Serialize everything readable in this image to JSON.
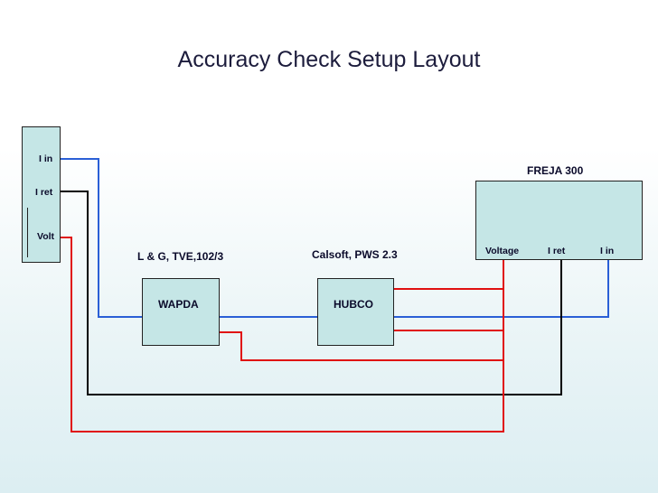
{
  "title": "Accuracy Check Setup Layout",
  "left_panel": {
    "labels": [
      "I in",
      "I ret",
      "Volt"
    ]
  },
  "wapda": {
    "caption": "L & G, TVE,102/3",
    "label": "WAPDA"
  },
  "hubco": {
    "caption": "Calsoft, PWS 2.3",
    "label": "HUBCO"
  },
  "freja": {
    "title": "FREJA 300",
    "terminals": [
      "Voltage",
      "I ret",
      "I in"
    ]
  },
  "colors": {
    "current_in": "#2a5fd6",
    "current_ret": "#000000",
    "voltage": "#e01010",
    "box_fill": "#c5e6e6"
  }
}
